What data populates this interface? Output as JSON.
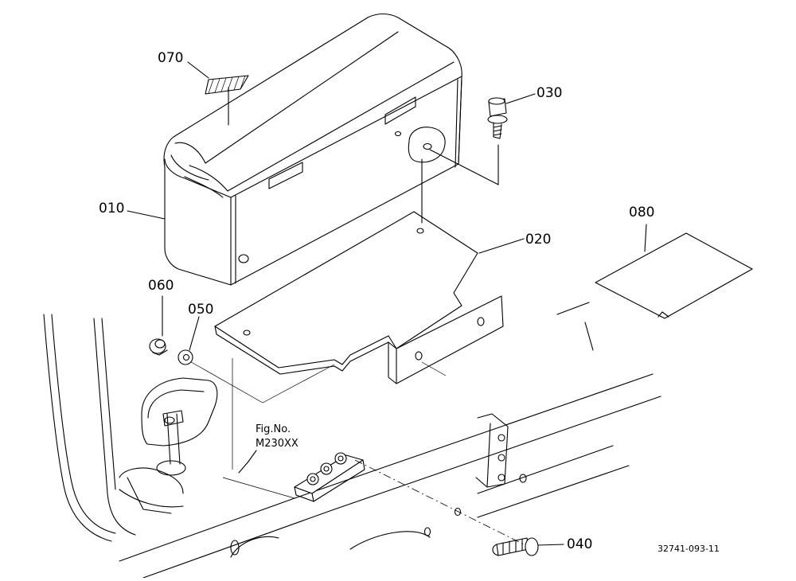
{
  "labels": {
    "p010": "010",
    "p020": "020",
    "p030": "030",
    "p040": "040",
    "p050": "050",
    "p060": "060",
    "p070": "070",
    "p080": "080"
  },
  "reference": {
    "line1": "Fig.No.",
    "line2": "M230XX"
  },
  "drawing_number": "32741-093-11"
}
